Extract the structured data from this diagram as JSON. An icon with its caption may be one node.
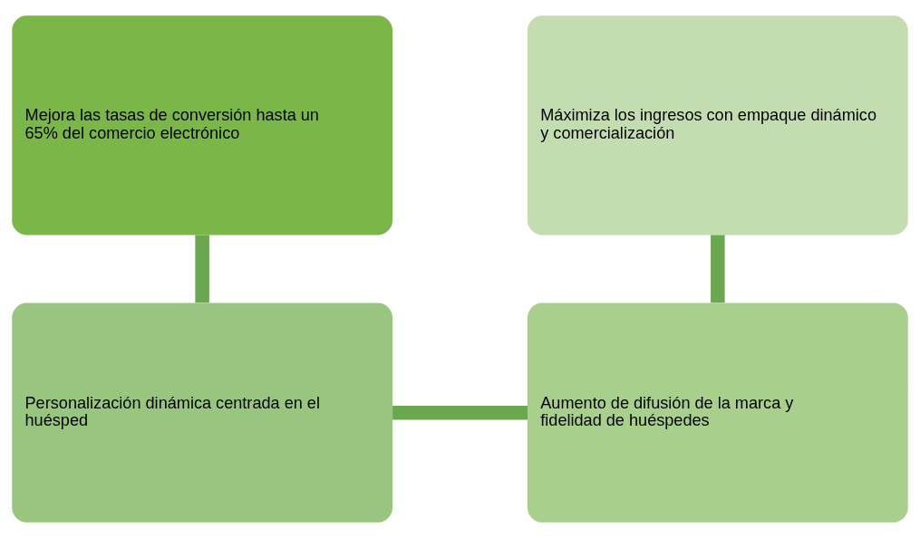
{
  "diagram": {
    "nodes": [
      {
        "text": [
          "Mejora las tasas de conversión hasta un 65% del comercio electrónico"
        ]
      },
      {
        "text": [
          "Máximiza los ingresos con empaque dinámico y comercialización"
        ]
      },
      {
        "text": [
          "Personalización dinámica centrada en el huésped"
        ]
      },
      {
        "text": [
          "Aumento de difusión de la marca y fidelidad de huéspedes"
        ]
      }
    ],
    "edges": [
      {
        "from": 0,
        "to": 2,
        "arrow": "none"
      },
      {
        "from": 2,
        "to": 3,
        "arrow": "none"
      },
      {
        "from": 3,
        "to": 1,
        "arrow": "none"
      }
    ]
  }
}
